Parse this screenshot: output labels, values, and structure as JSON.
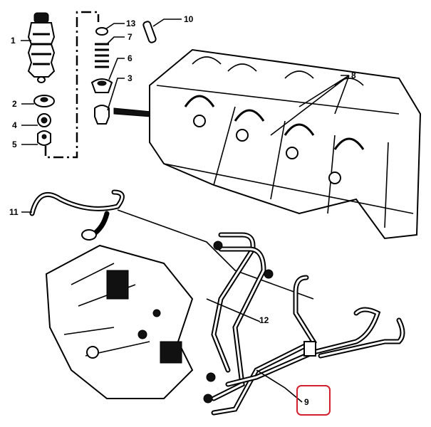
{
  "diagram": {
    "callouts": {
      "injector": "1",
      "washer_2": "2",
      "seal_4": "4",
      "seal_5": "5",
      "washer_13": "13",
      "spring_7": "7",
      "seat_6": "6",
      "nozzle_3": "3",
      "sleeve_10": "10",
      "leak_off_8": "8",
      "return_hose_11": "11",
      "pipe_12": "12",
      "pipe_set_9": "9"
    },
    "highlight": {
      "callout": "9",
      "color": "#d3202f"
    }
  }
}
